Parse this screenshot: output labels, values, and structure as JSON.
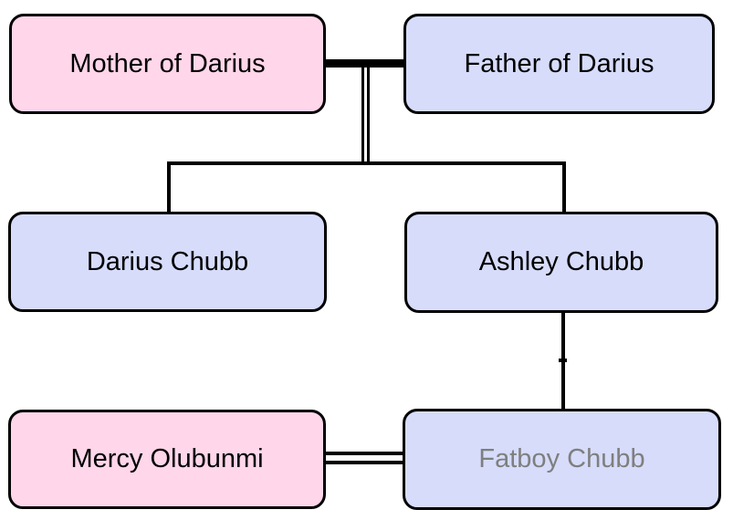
{
  "diagram": {
    "type": "family-tree",
    "background": "#ffffff",
    "colors": {
      "female_fill": "#ffd6ea",
      "male_fill": "#d6dcfa",
      "outline": "#000000",
      "edge": "#000000",
      "label_text": "#000000",
      "muted_label_text": "#7f7f7f"
    },
    "nodes": {
      "mother": {
        "label": "Mother of Darius",
        "fill": "#ffd6ea",
        "text_color": "#000000"
      },
      "father": {
        "label": "Father of Darius",
        "fill": "#d6dcfa",
        "text_color": "#000000"
      },
      "darius": {
        "label": "Darius Chubb",
        "fill": "#d6dcfa",
        "text_color": "#000000"
      },
      "ashley": {
        "label": "Ashley Chubb",
        "fill": "#d6dcfa",
        "text_color": "#000000"
      },
      "mercy": {
        "label": "Mercy Olubunmi",
        "fill": "#ffd6ea",
        "text_color": "#000000"
      },
      "fatboy": {
        "label": "Fatboy Chubb",
        "fill": "#d6dcfa",
        "text_color": "#7f7f7f"
      }
    },
    "edges": [
      {
        "type": "union",
        "between": [
          "Mother of Darius",
          "Father of Darius"
        ],
        "style": "thick-line"
      },
      {
        "type": "children-of-union",
        "parents": [
          "Mother of Darius",
          "Father of Darius"
        ],
        "children": [
          "Darius Chubb",
          "Ashley Chubb"
        ]
      },
      {
        "type": "parent-child",
        "parent": "Ashley Chubb",
        "child": "Fatboy Chubb"
      },
      {
        "type": "union",
        "between": [
          "Mercy Olubunmi",
          "Fatboy Chubb"
        ],
        "style": "double-line"
      }
    ]
  }
}
